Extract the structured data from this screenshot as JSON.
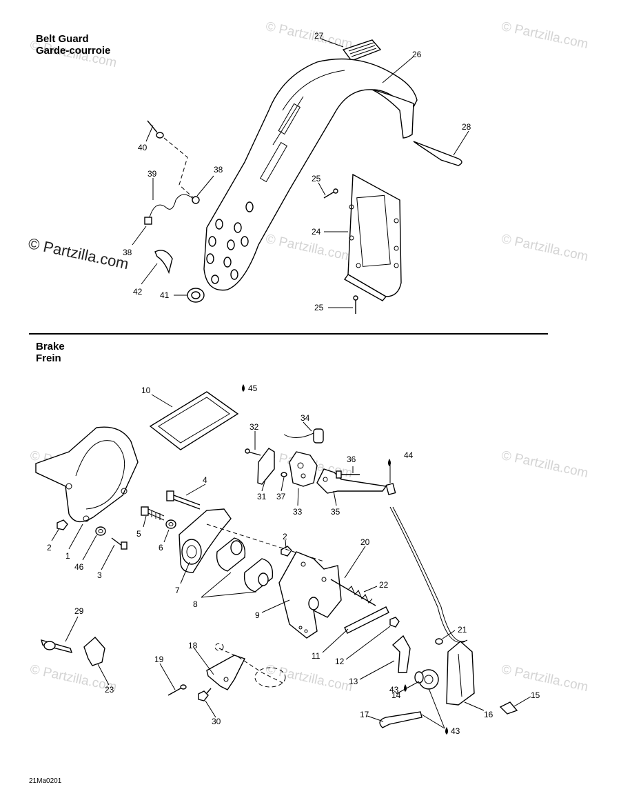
{
  "sections": {
    "belt_guard": {
      "title_en": "Belt Guard",
      "title_fr": "Garde-courroie"
    },
    "brake": {
      "title_en": "Brake",
      "title_fr": "Frein"
    }
  },
  "drawing_code": "21Ma0201",
  "watermark": {
    "text": "© Partzilla.com"
  },
  "callouts": [
    {
      "id": "c27",
      "label": "27"
    },
    {
      "id": "c26",
      "label": "26"
    },
    {
      "id": "c28",
      "label": "28"
    },
    {
      "id": "c40",
      "label": "40"
    },
    {
      "id": "c39",
      "label": "39"
    },
    {
      "id": "c38a",
      "label": "38"
    },
    {
      "id": "c38b",
      "label": "38"
    },
    {
      "id": "c25a",
      "label": "25"
    },
    {
      "id": "c24",
      "label": "24"
    },
    {
      "id": "c42",
      "label": "42"
    },
    {
      "id": "c41",
      "label": "41"
    },
    {
      "id": "c25b",
      "label": "25"
    },
    {
      "id": "c10",
      "label": "10"
    },
    {
      "id": "c45",
      "label": "45"
    },
    {
      "id": "c34",
      "label": "34"
    },
    {
      "id": "c32",
      "label": "32"
    },
    {
      "id": "c44",
      "label": "44"
    },
    {
      "id": "c36",
      "label": "36"
    },
    {
      "id": "c31",
      "label": "31"
    },
    {
      "id": "c37",
      "label": "37"
    },
    {
      "id": "c33",
      "label": "33"
    },
    {
      "id": "c35",
      "label": "35"
    },
    {
      "id": "c4",
      "label": "4"
    },
    {
      "id": "c5",
      "label": "5"
    },
    {
      "id": "c6",
      "label": "6"
    },
    {
      "id": "c2a",
      "label": "2"
    },
    {
      "id": "c1",
      "label": "1"
    },
    {
      "id": "c46",
      "label": "46"
    },
    {
      "id": "c3",
      "label": "3"
    },
    {
      "id": "c7",
      "label": "7"
    },
    {
      "id": "c2b",
      "label": "2"
    },
    {
      "id": "c20",
      "label": "20"
    },
    {
      "id": "c22",
      "label": "22"
    },
    {
      "id": "c8",
      "label": "8"
    },
    {
      "id": "c9",
      "label": "9"
    },
    {
      "id": "c29",
      "label": "29"
    },
    {
      "id": "c11",
      "label": "11"
    },
    {
      "id": "c12",
      "label": "12"
    },
    {
      "id": "c21",
      "label": "21"
    },
    {
      "id": "c18",
      "label": "18"
    },
    {
      "id": "c19",
      "label": "19"
    },
    {
      "id": "c13",
      "label": "13"
    },
    {
      "id": "c43a",
      "label": "43"
    },
    {
      "id": "c14",
      "label": "14"
    },
    {
      "id": "c15",
      "label": "15"
    },
    {
      "id": "c23",
      "label": "23"
    },
    {
      "id": "c30",
      "label": "30"
    },
    {
      "id": "c17",
      "label": "17"
    },
    {
      "id": "c16",
      "label": "16"
    },
    {
      "id": "c43b",
      "label": "43"
    }
  ]
}
